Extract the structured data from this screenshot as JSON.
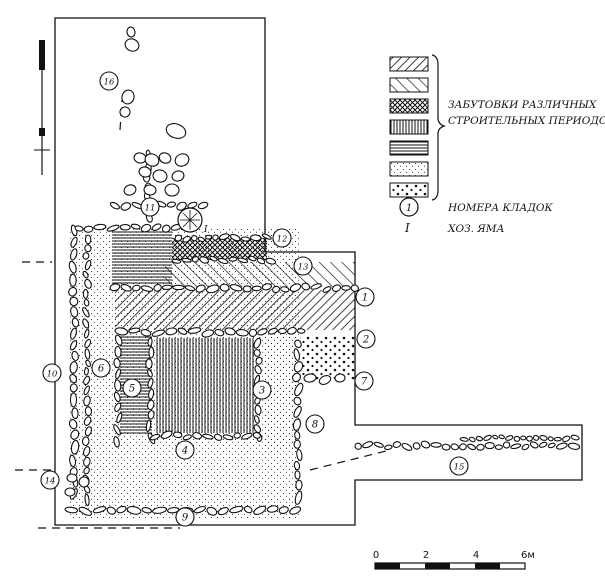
{
  "legend": {
    "fill_label_line1": "ЗАБУТОВКИ РАЗЛИЧНЫХ",
    "fill_label_line2": "СТРОИТЕЛЬНЫХ ПЕРИОДОВ",
    "masonry_number_sample": "1",
    "masonry_number_label": "НОМЕРА КЛАДОК",
    "pit_symbol": "I",
    "pit_label": "ХОЗ. ЯМА",
    "swatches": [
      "diagonal-fine",
      "diagonal-coarse",
      "crosshatch",
      "vertical-lines",
      "horizontal-lines",
      "fine-dots",
      "coarse-dots"
    ]
  },
  "masonry_numbers": [
    "1",
    "2",
    "3",
    "4",
    "5",
    "6",
    "7",
    "8",
    "9",
    "10",
    "11",
    "12",
    "13",
    "14",
    "15",
    "16"
  ],
  "pit_marker": "I",
  "scale_bar": {
    "ticks": [
      "0",
      "2",
      "4",
      "6м"
    ]
  },
  "colors": {
    "ink": "#111111",
    "paper": "#ffffff"
  }
}
